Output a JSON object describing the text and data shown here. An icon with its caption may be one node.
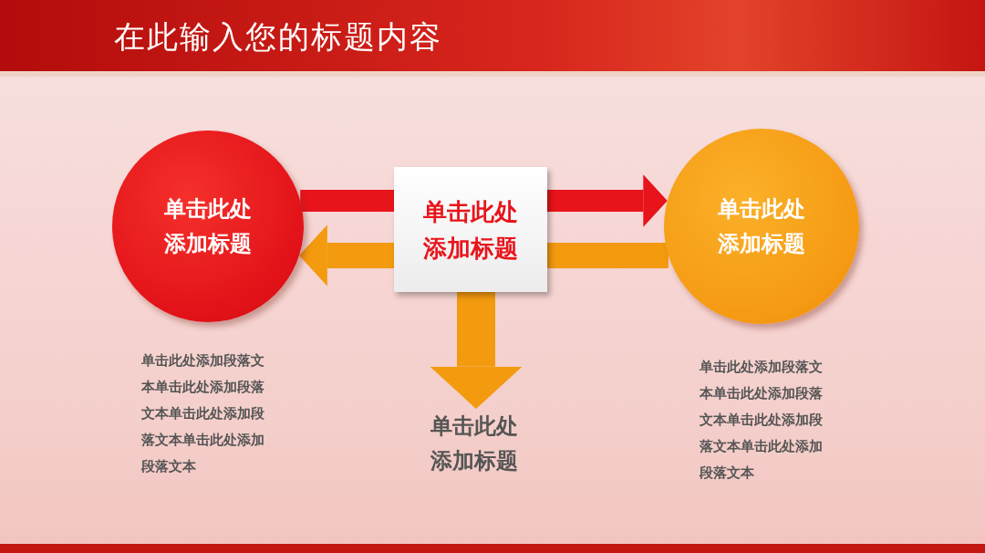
{
  "diagram": {
    "title": "在此输入您的标题内容",
    "nodes": [
      {
        "text": [
          "单击此处添加标题"
        ],
        "beside": [
          "单击此处添加段落文本单击此处添加段落文本单击此处添加段落文本单击此处添加段落文本"
        ]
      },
      {
        "text": [
          "单击此处添加标题"
        ]
      },
      {
        "text": [
          "单击此处添加标题"
        ],
        "beside": [
          "单击此处添加段落文本单击此处添加段落文本单击此处添加段落文本单击此处添加段落文本"
        ]
      },
      {
        "text": [
          "单击此处添加标题"
        ]
      }
    ],
    "edges": [
      {
        "from": 0,
        "to": 1,
        "arrow": "none",
        "color": "#e8141b"
      },
      {
        "from": 1,
        "to": 2,
        "arrow": "to",
        "color": "#e8141b"
      },
      {
        "from": 2,
        "to": 1,
        "arrow": "none",
        "color": "#f39a0f"
      },
      {
        "from": 1,
        "to": 0,
        "arrow": "to",
        "color": "#f39a0f"
      },
      {
        "from": 1,
        "to": 3,
        "arrow": "to",
        "color": "#f39a0f"
      }
    ]
  }
}
